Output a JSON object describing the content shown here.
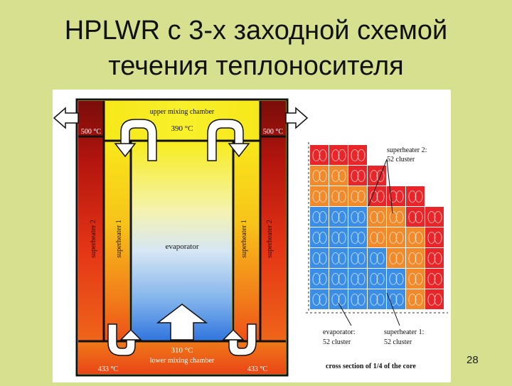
{
  "slide": {
    "title_line1": "HPLWR с 3-х заходной схемой",
    "title_line2": "течения теплоносителя",
    "page_number": "28"
  },
  "schematic": {
    "upper_chamber_label": "upper mixing chamber",
    "upper_temp": "390 °C",
    "left_outlet_temp": "500 °C",
    "right_outlet_temp": "500 °C",
    "sh2_left_label": "superheater 2",
    "sh1_left_label": "superheater 1",
    "evaporator_label": "evaporator",
    "sh1_right_label": "superheater 1",
    "sh2_right_label": "superheater 2",
    "lower_temp": "310 °C",
    "lower_chamber_label": "lower mixing chamber",
    "left_lower_temp": "433 °C",
    "right_lower_temp": "433 °C",
    "colors": {
      "hot_red": "#d41f10",
      "dark_red": "#7a0d0a",
      "yellow": "#f5ea1c",
      "blue": "#3b7de0"
    }
  },
  "core": {
    "sh2_label_line1": "superheater 2:",
    "sh2_label_line2": "52 cluster",
    "evap_label_line1": "evaporator:",
    "evap_label_line2": "52 cluster",
    "sh1_label_line1": "superheater 1:",
    "sh1_label_line2": "52 cluster",
    "caption": "cross section of 1/4 of the core",
    "colors": {
      "superheater2": "#e8262a",
      "superheater1": "#f08a2a",
      "evaporator": "#3b8ee6"
    }
  }
}
